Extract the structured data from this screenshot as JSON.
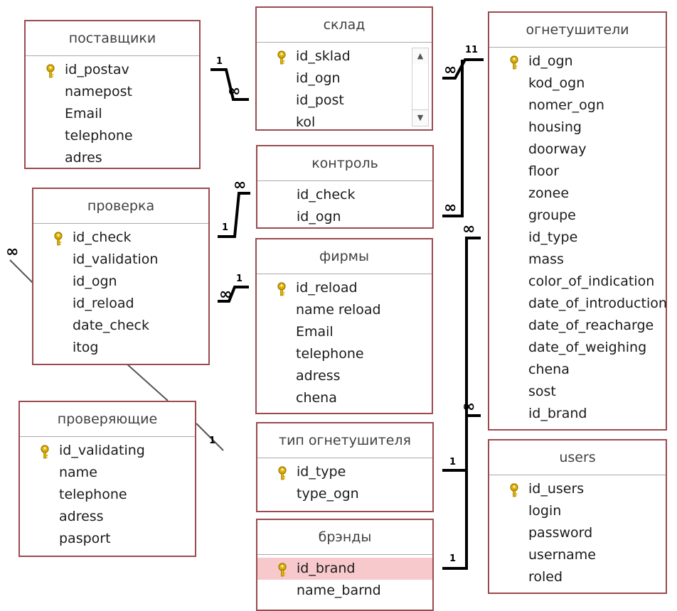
{
  "tables": {
    "suppliers": {
      "title": "поставщики",
      "fields": [
        {
          "name": "id_postav",
          "key": true
        },
        {
          "name": "namepost"
        },
        {
          "name": "Email"
        },
        {
          "name": "telephone"
        },
        {
          "name": "adres"
        }
      ]
    },
    "warehouse": {
      "title": "склад",
      "fields": [
        {
          "name": "id_sklad",
          "key": true
        },
        {
          "name": "id_ogn"
        },
        {
          "name": "id_post"
        },
        {
          "name": "kol"
        }
      ]
    },
    "extinguishers": {
      "title": "огнетушители",
      "fields": [
        {
          "name": "id_ogn",
          "key": true
        },
        {
          "name": "kod_ogn"
        },
        {
          "name": "nomer_ogn"
        },
        {
          "name": "housing"
        },
        {
          "name": "doorway"
        },
        {
          "name": "floor"
        },
        {
          "name": "zonee"
        },
        {
          "name": "groupe"
        },
        {
          "name": "id_type"
        },
        {
          "name": "mass"
        },
        {
          "name": "color_of_indication"
        },
        {
          "name": "date_of_introduction"
        },
        {
          "name": "date_of_reacharge"
        },
        {
          "name": "date_of_weighing"
        },
        {
          "name": "chena"
        },
        {
          "name": "sost"
        },
        {
          "name": "id_brand"
        }
      ]
    },
    "control": {
      "title": "контроль",
      "fields": [
        {
          "name": "id_check"
        },
        {
          "name": "id_ogn"
        }
      ]
    },
    "check": {
      "title": "проверка",
      "fields": [
        {
          "name": "id_check",
          "key": true
        },
        {
          "name": "id_validation"
        },
        {
          "name": "id_ogn"
        },
        {
          "name": "id_reload"
        },
        {
          "name": "date_check"
        },
        {
          "name": "itog"
        }
      ]
    },
    "firms": {
      "title": "фирмы",
      "fields": [
        {
          "name": "id_reload",
          "key": true
        },
        {
          "name": "name reload"
        },
        {
          "name": "Email"
        },
        {
          "name": "telephone"
        },
        {
          "name": "adress"
        },
        {
          "name": "chena"
        }
      ]
    },
    "inspectors": {
      "title": "проверяющие",
      "fields": [
        {
          "name": "id_validating",
          "key": true
        },
        {
          "name": "name"
        },
        {
          "name": "telephone"
        },
        {
          "name": "adress"
        },
        {
          "name": "pasport"
        }
      ]
    },
    "ext_type": {
      "title": "тип огнетушителя",
      "fields": [
        {
          "name": "id_type",
          "key": true
        },
        {
          "name": "type_ogn"
        }
      ]
    },
    "brands": {
      "title": "брэнды",
      "fields": [
        {
          "name": "id_brand",
          "key": true,
          "selected": true
        },
        {
          "name": "name_barnd"
        }
      ]
    },
    "users": {
      "title": "users",
      "fields": [
        {
          "name": "id_users",
          "key": true
        },
        {
          "name": "login"
        },
        {
          "name": "password"
        },
        {
          "name": "username"
        },
        {
          "name": "roled"
        }
      ]
    }
  },
  "relation_labels": {
    "one": "1",
    "many": "∞",
    "one_one": "11"
  },
  "colors": {
    "table_border": "#9b4a4f",
    "selected_row": "#f7c8cc",
    "key_icon": "#d9a400",
    "line": "#000000"
  }
}
